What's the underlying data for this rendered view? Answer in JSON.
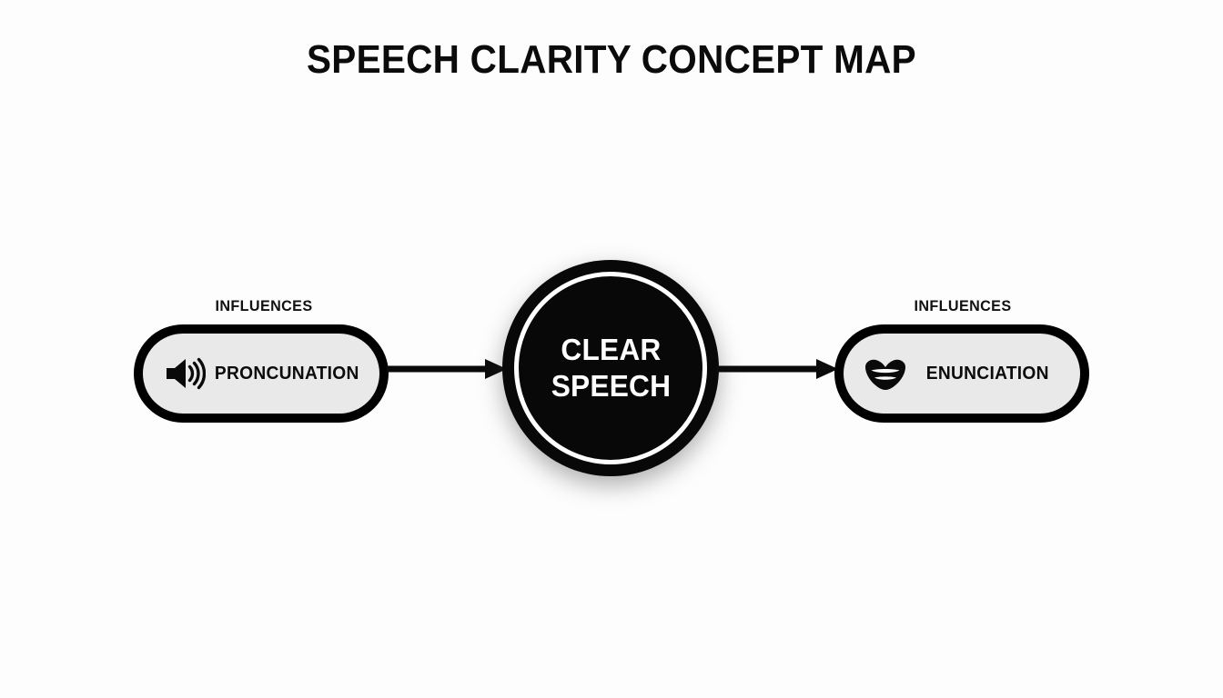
{
  "page": {
    "title": "SPEECH CLARITY CONCEPT MAP",
    "background_color": "#fdfdfd",
    "ink_color": "#000000",
    "node_fill_color": "#e9e9e9"
  },
  "diagram": {
    "center": {
      "id": "clear-speech",
      "label_line_1": "CLEAR",
      "label_line_2": "SPEECH",
      "shape": "circle",
      "fill": "#080808",
      "text_color": "#ffffff"
    },
    "nodes": [
      {
        "id": "pronunciation",
        "label": "PRONCUNATION",
        "icon": "speaker-volume-icon",
        "shape": "pill",
        "position": "left"
      },
      {
        "id": "enunciation",
        "label": "ENUNCIATION",
        "icon": "lips-mouth-icon",
        "shape": "pill",
        "position": "right"
      }
    ],
    "edges": [
      {
        "id": "edge-left",
        "label": "INFLUENCES",
        "from": "pronunciation",
        "to": "clear-speech",
        "direction": "right"
      },
      {
        "id": "edge-right",
        "label": "INFLUENCES",
        "from": "clear-speech",
        "to": "enunciation",
        "direction": "right"
      }
    ]
  }
}
